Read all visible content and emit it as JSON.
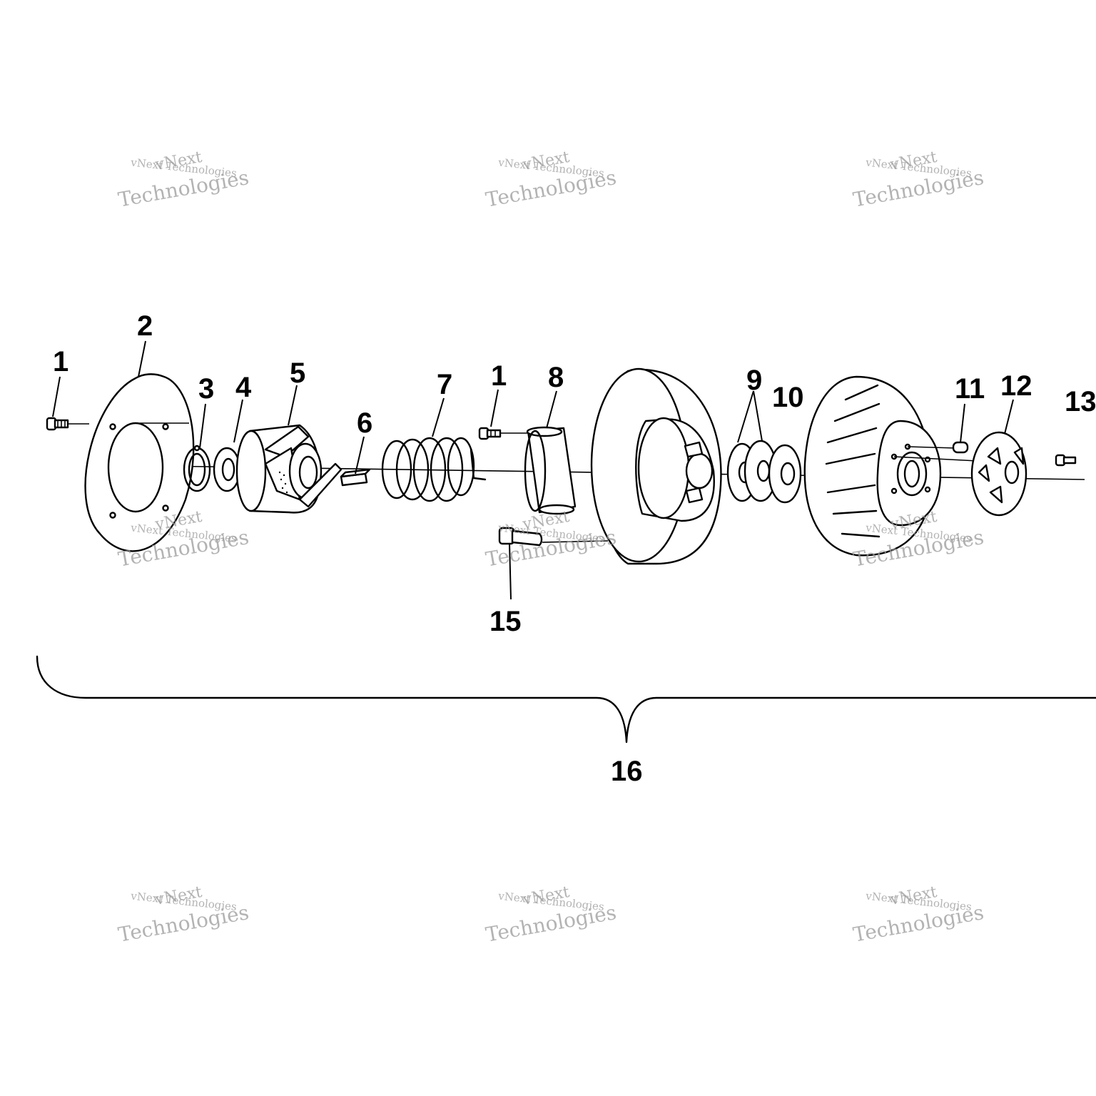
{
  "callouts": {
    "c1a": "1",
    "c2": "2",
    "c3": "3",
    "c4": "4",
    "c5": "5",
    "c6": "6",
    "c7": "7",
    "c1b": "1",
    "c8": "8",
    "c9": "9",
    "c10": "10",
    "c11": "11",
    "c12": "12",
    "c13": "13",
    "c15": "15",
    "c16": "16"
  },
  "watermark": {
    "line1": "vNext Technologies",
    "line2": "vNext",
    "line3": "Technologies"
  }
}
